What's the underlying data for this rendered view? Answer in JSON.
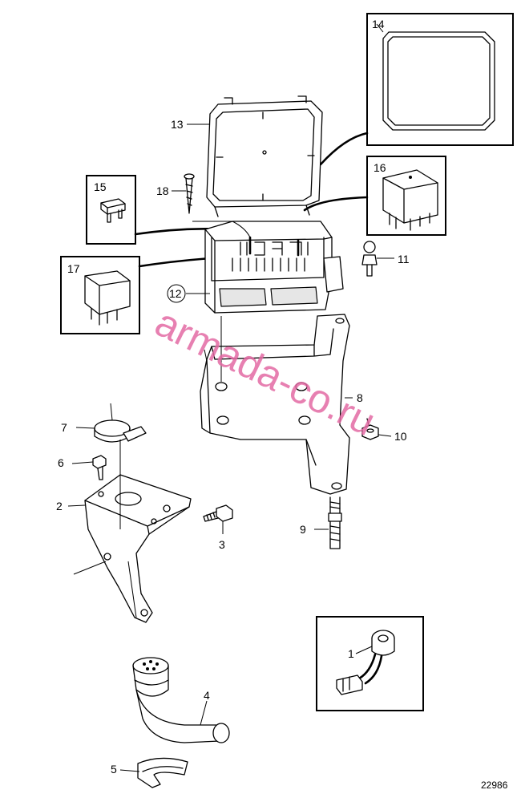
{
  "callouts": [
    "1",
    "2",
    "3",
    "4",
    "5",
    "6",
    "7",
    "8",
    "9",
    "10",
    "11",
    "12",
    "13",
    "14",
    "15",
    "16",
    "17",
    "18"
  ],
  "reference": "22986",
  "watermark": "armada-co.ru"
}
